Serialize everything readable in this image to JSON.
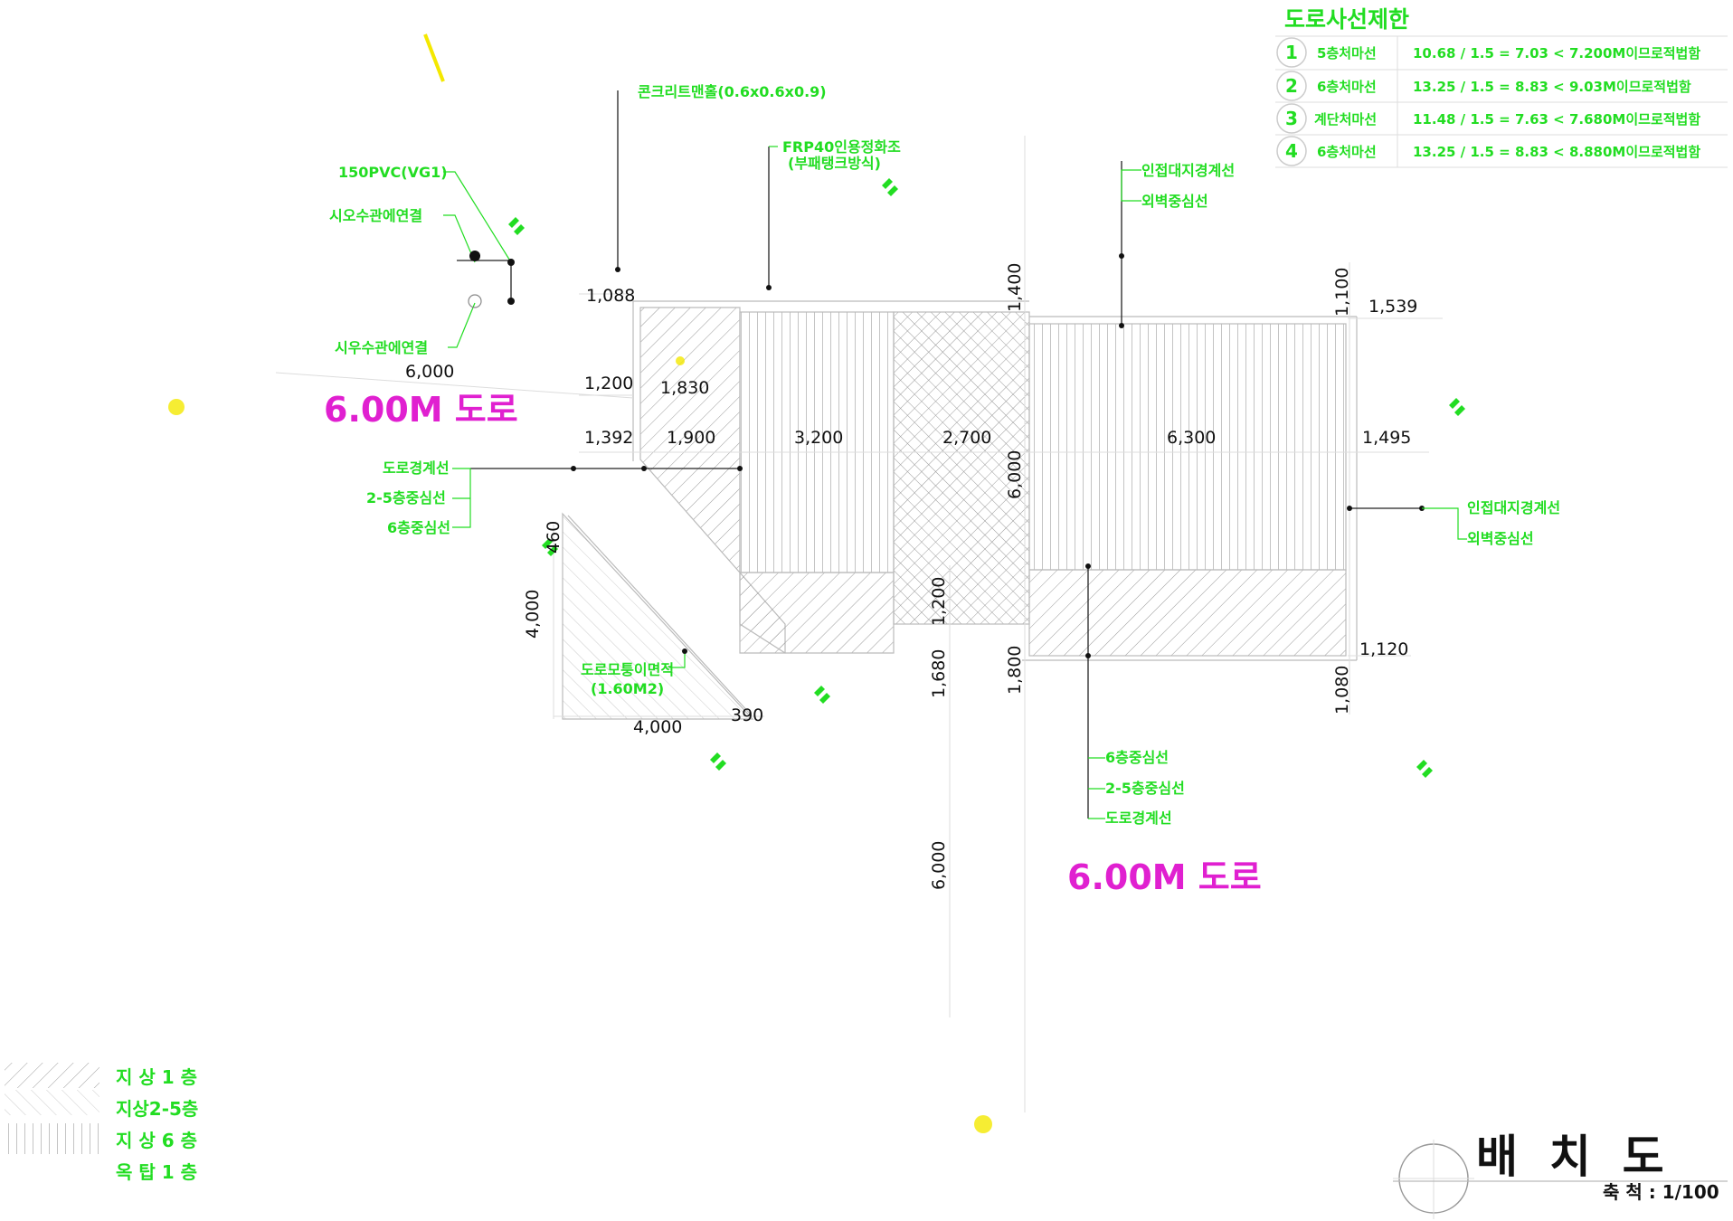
{
  "sheet": {
    "title": "배  치  도",
    "scale": "축 척 : 1/100"
  },
  "roads": {
    "road_west": "6.00M 도로",
    "road_south": "6.00M 도로"
  },
  "setback_table": {
    "title": "도로사선제한",
    "rows": [
      {
        "no": "1",
        "name": "5층처마선",
        "calc": "10.68 / 1.5 = 7.03 < 7.200M이므로적법함"
      },
      {
        "no": "2",
        "name": "6층처마선",
        "calc": "13.25 / 1.5 = 8.83 < 9.03M이므로적법함"
      },
      {
        "no": "3",
        "name": "계단처마선",
        "calc": "11.48 / 1.5 = 7.63 < 7.680M이므로적법함"
      },
      {
        "no": "4",
        "name": "6층처마선",
        "calc": "13.25 / 1.5 = 8.83 < 8.880M이므로적법함"
      }
    ]
  },
  "notes": {
    "concrete": "콘크리트맨홀(0.6x0.6x0.9)",
    "frp_1": "FRP40인용정화조",
    "frp_2": "(부패탱크방식)",
    "pvc": "150PVC(VG1)",
    "sewer_1": "시오수관에연결",
    "sewer_2": "시우수관에연결",
    "adj_1": "인접대지경계선",
    "wall_1": "외벽중심선",
    "adj_2": "인접대지경계선",
    "wall_2": "외벽중심선",
    "road_boundary_1": "도로경계선",
    "floors25_1": "2-5층중심선",
    "floor6_1": "6층중심선",
    "corner_1": "도로모퉁이면적",
    "corner_2": "(1.60M2)",
    "floor6_2": "6층중심선",
    "floors25_2": "2-5층중심선",
    "road_boundary_2": "도로경계선"
  },
  "dimensions": {
    "d1088": "1,088",
    "d6000_top": "6,000",
    "d1200": "1,200",
    "d1830": "1,830",
    "d1392": "1,392",
    "d1900": "1,900",
    "d3200": "3,200",
    "d2700": "2,700",
    "d6300": "6,300",
    "d1495": "1,495",
    "d1539": "1,539",
    "d1100": "1,100",
    "d1400": "1,400",
    "d6000_mid": "6,000",
    "d1200_v": "1,200",
    "d1680": "1,680",
    "d1800": "1,800",
    "d1120": "1,120",
    "d1080": "1,080",
    "d460": "460",
    "d4000_v": "4,000",
    "d4000_h": "4,000",
    "d390": "390",
    "d6000_bottom": "6,000"
  },
  "legend": [
    {
      "label": "지 상 1 층"
    },
    {
      "label": "지상2-5층"
    },
    {
      "label": "지 상 6 층"
    },
    {
      "label": "옥 탑 1 층"
    }
  ],
  "colors": {
    "annotation": "#22dd22",
    "road_label": "#e020d0",
    "dimension_text": "#111111",
    "highlight": "#f4e800"
  }
}
